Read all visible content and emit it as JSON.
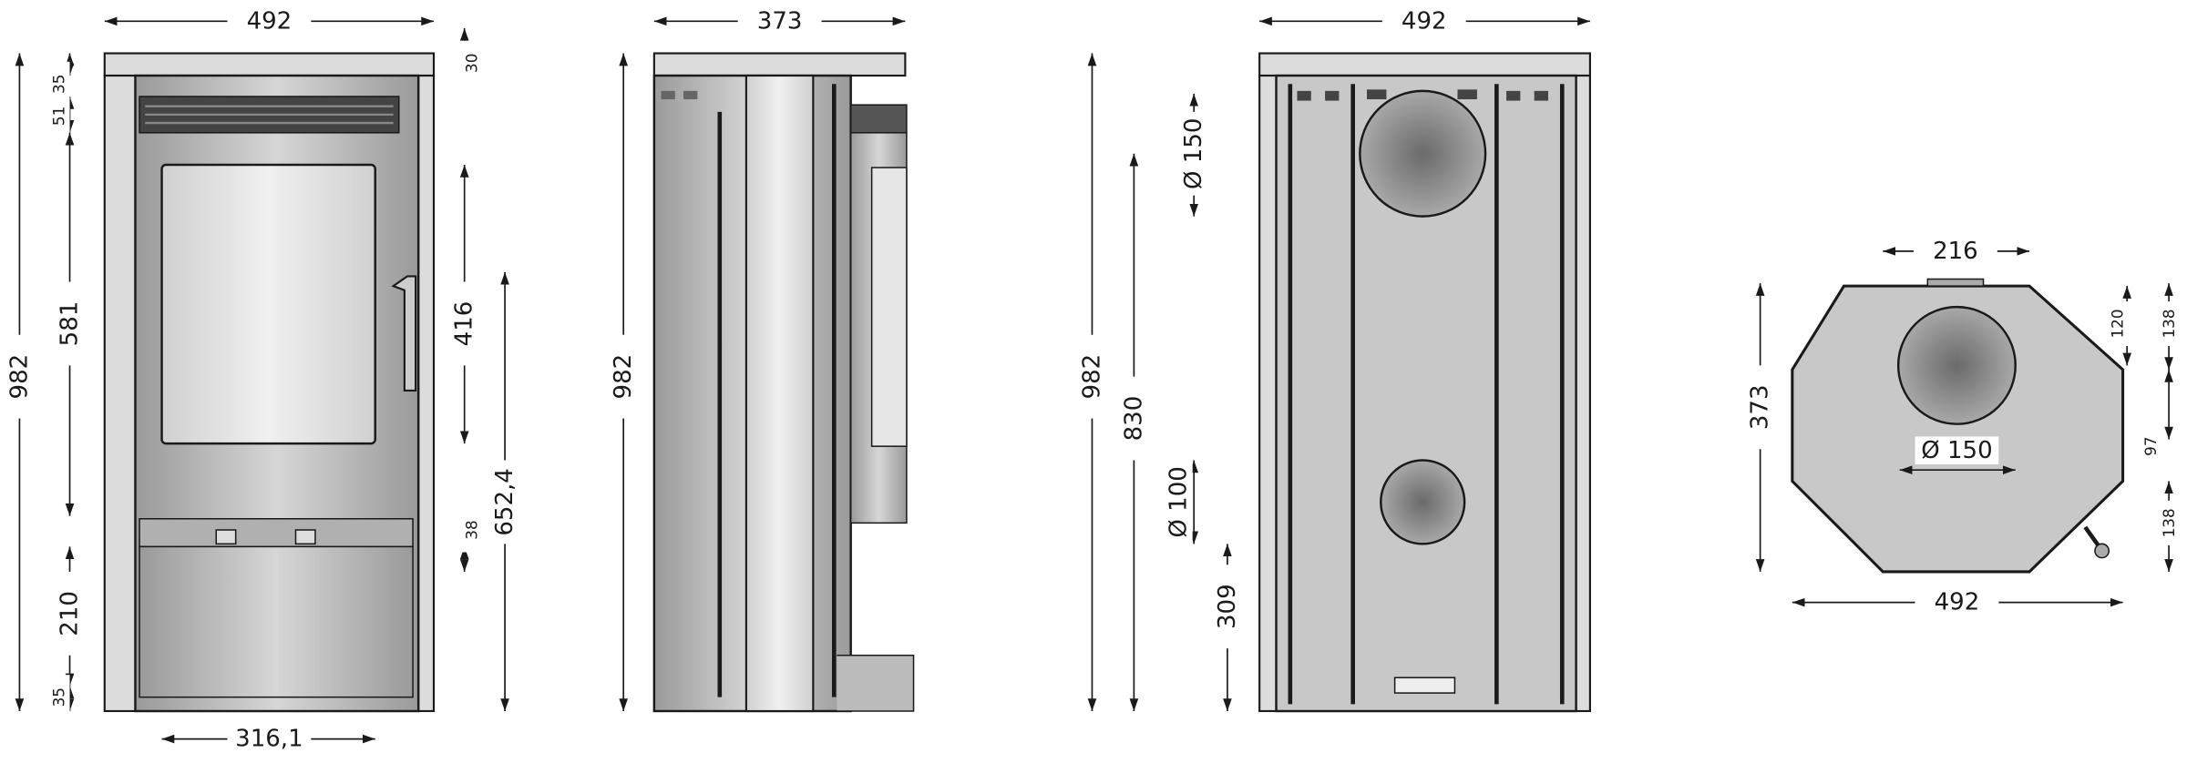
{
  "front_view": {
    "width": "492",
    "height": "982",
    "top_cap": "30",
    "top_gap": "35",
    "grill": "51",
    "firebox_height": "581",
    "glass_height": "416",
    "handle_height": "652,4",
    "ash_gap": "38",
    "lower_door": "210",
    "bottom_gap": "35",
    "glass_width": "316,1"
  },
  "side_view": {
    "depth": "373",
    "height": "982"
  },
  "back_view": {
    "width": "492",
    "height": "982",
    "flue_height": "830",
    "flue_diameter": "Ø 150",
    "air_diameter": "Ø 100",
    "air_height": "309"
  },
  "top_view": {
    "flue_offset_width": "216",
    "flue_offset_front": "120",
    "front_depth": "138",
    "mid_depth": "97",
    "rear_depth": "138",
    "depth": "373",
    "flue_diameter": "Ø 150",
    "width": "492"
  }
}
